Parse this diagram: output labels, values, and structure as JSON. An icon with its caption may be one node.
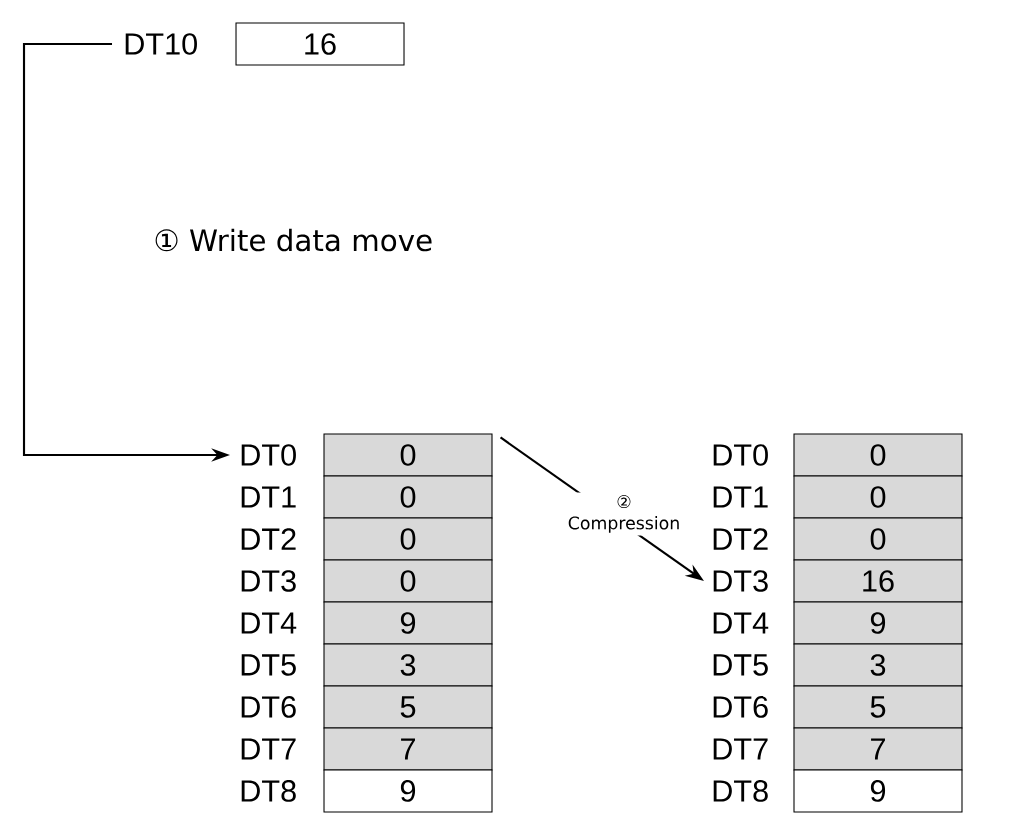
{
  "diagram": {
    "nodes": [
      {
        "text": [
          "DT10",
          "16"
        ]
      },
      {
        "text": [
          "DT0",
          "0"
        ]
      },
      {
        "text": [
          "DT1",
          "0"
        ]
      },
      {
        "text": [
          "DT2",
          "0"
        ]
      },
      {
        "text": [
          "DT3",
          "0"
        ]
      },
      {
        "text": [
          "DT4",
          "9"
        ]
      },
      {
        "text": [
          "DT5",
          "3"
        ]
      },
      {
        "text": [
          "DT6",
          "5"
        ]
      },
      {
        "text": [
          "DT7",
          "7"
        ]
      },
      {
        "text": [
          "DT8",
          "9"
        ]
      },
      {
        "text": [
          "DT0",
          "0"
        ]
      },
      {
        "text": [
          "DT1",
          "0"
        ]
      },
      {
        "text": [
          "DT2",
          "0"
        ]
      },
      {
        "text": [
          "DT3",
          "16"
        ]
      },
      {
        "text": [
          "DT4",
          "9"
        ]
      },
      {
        "text": [
          "DT5",
          "3"
        ]
      },
      {
        "text": [
          "DT6",
          "5"
        ]
      },
      {
        "text": [
          "DT7",
          "7"
        ]
      },
      {
        "text": [
          "DT8",
          "9"
        ]
      }
    ],
    "edges": [
      {
        "from": 0,
        "to": 1,
        "arrow": "to"
      },
      {
        "from": 1,
        "to": 13,
        "arrow": "to",
        "label": "② Compression"
      }
    ],
    "labels": [
      "① Write data move"
    ]
  }
}
